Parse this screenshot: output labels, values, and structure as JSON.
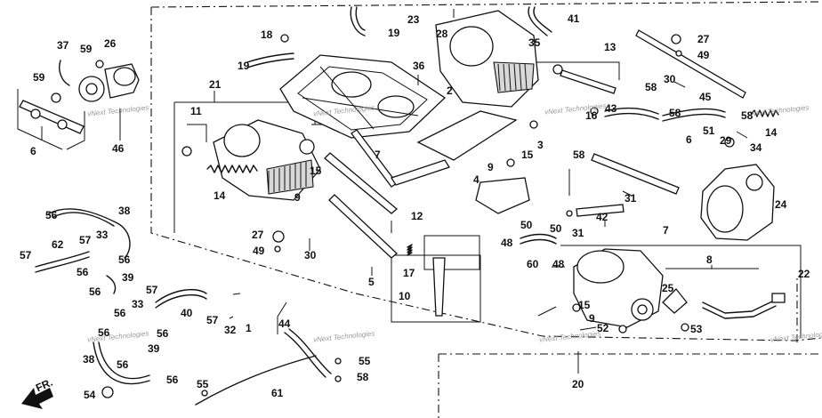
{
  "watermark": "vNext Technologies",
  "front_label": "FR.",
  "callouts": [
    {
      "id": "c1",
      "text": "1"
    },
    {
      "id": "c2",
      "text": "2"
    },
    {
      "id": "c3",
      "text": "3"
    },
    {
      "id": "c4",
      "text": "4"
    },
    {
      "id": "c5",
      "text": "5"
    },
    {
      "id": "c6a",
      "text": "6"
    },
    {
      "id": "c6b",
      "text": "6"
    },
    {
      "id": "c7a",
      "text": "7"
    },
    {
      "id": "c7b",
      "text": "7"
    },
    {
      "id": "c8",
      "text": "8"
    },
    {
      "id": "c9a",
      "text": "9"
    },
    {
      "id": "c9b",
      "text": "9"
    },
    {
      "id": "c9c",
      "text": "9"
    },
    {
      "id": "c10",
      "text": "10"
    },
    {
      "id": "c11",
      "text": "11"
    },
    {
      "id": "c12",
      "text": "12"
    },
    {
      "id": "c13",
      "text": "13"
    },
    {
      "id": "c14a",
      "text": "14"
    },
    {
      "id": "c14b",
      "text": "14"
    },
    {
      "id": "c15a",
      "text": "15"
    },
    {
      "id": "c15b",
      "text": "15"
    },
    {
      "id": "c15c",
      "text": "15"
    },
    {
      "id": "c16",
      "text": "16"
    },
    {
      "id": "c17",
      "text": "17"
    },
    {
      "id": "c18",
      "text": "18"
    },
    {
      "id": "c19a",
      "text": "19"
    },
    {
      "id": "c19b",
      "text": "19"
    },
    {
      "id": "c20",
      "text": "20"
    },
    {
      "id": "c21",
      "text": "21"
    },
    {
      "id": "c22",
      "text": "22"
    },
    {
      "id": "c23",
      "text": "23"
    },
    {
      "id": "c24",
      "text": "24"
    },
    {
      "id": "c25",
      "text": "25"
    },
    {
      "id": "c26",
      "text": "26"
    },
    {
      "id": "c27a",
      "text": "27"
    },
    {
      "id": "c27b",
      "text": "27"
    },
    {
      "id": "c28",
      "text": "28"
    },
    {
      "id": "c29",
      "text": "29"
    },
    {
      "id": "c30a",
      "text": "30"
    },
    {
      "id": "c30b",
      "text": "30"
    },
    {
      "id": "c31a",
      "text": "31"
    },
    {
      "id": "c31b",
      "text": "31"
    },
    {
      "id": "c32",
      "text": "32"
    },
    {
      "id": "c33a",
      "text": "33"
    },
    {
      "id": "c33b",
      "text": "33"
    },
    {
      "id": "c34",
      "text": "34"
    },
    {
      "id": "c35",
      "text": "35"
    },
    {
      "id": "c36",
      "text": "36"
    },
    {
      "id": "c37",
      "text": "37"
    },
    {
      "id": "c38a",
      "text": "38"
    },
    {
      "id": "c38b",
      "text": "38"
    },
    {
      "id": "c39a",
      "text": "39"
    },
    {
      "id": "c39b",
      "text": "39"
    },
    {
      "id": "c40",
      "text": "40"
    },
    {
      "id": "c41",
      "text": "41"
    },
    {
      "id": "c42",
      "text": "42"
    },
    {
      "id": "c43",
      "text": "43"
    },
    {
      "id": "c44",
      "text": "44"
    },
    {
      "id": "c45",
      "text": "45"
    },
    {
      "id": "c46",
      "text": "46"
    },
    {
      "id": "c48a",
      "text": "48"
    },
    {
      "id": "c48b",
      "text": "48"
    },
    {
      "id": "c49a",
      "text": "49"
    },
    {
      "id": "c49b",
      "text": "49"
    },
    {
      "id": "c50a",
      "text": "50"
    },
    {
      "id": "c50b",
      "text": "50"
    },
    {
      "id": "c51",
      "text": "51"
    },
    {
      "id": "c52",
      "text": "52"
    },
    {
      "id": "c53",
      "text": "53"
    },
    {
      "id": "c54",
      "text": "54"
    },
    {
      "id": "c55a",
      "text": "55"
    },
    {
      "id": "c55b",
      "text": "55"
    },
    {
      "id": "c56a",
      "text": "56"
    },
    {
      "id": "c56b",
      "text": "56"
    },
    {
      "id": "c56c",
      "text": "56"
    },
    {
      "id": "c56d",
      "text": "56"
    },
    {
      "id": "c56e",
      "text": "56"
    },
    {
      "id": "c56f",
      "text": "56"
    },
    {
      "id": "c56g",
      "text": "56"
    },
    {
      "id": "c56h",
      "text": "56"
    },
    {
      "id": "c56i",
      "text": "56"
    },
    {
      "id": "c57a",
      "text": "57"
    },
    {
      "id": "c57b",
      "text": "57"
    },
    {
      "id": "c57c",
      "text": "57"
    },
    {
      "id": "c57d",
      "text": "57"
    },
    {
      "id": "c58a",
      "text": "58"
    },
    {
      "id": "c58b",
      "text": "58"
    },
    {
      "id": "c58c",
      "text": "58"
    },
    {
      "id": "c58d",
      "text": "58"
    },
    {
      "id": "c58e",
      "text": "58"
    },
    {
      "id": "c59a",
      "text": "59"
    },
    {
      "id": "c59b",
      "text": "59"
    },
    {
      "id": "c60",
      "text": "60"
    },
    {
      "id": "c61",
      "text": "61"
    },
    {
      "id": "c62",
      "text": "62"
    }
  ]
}
